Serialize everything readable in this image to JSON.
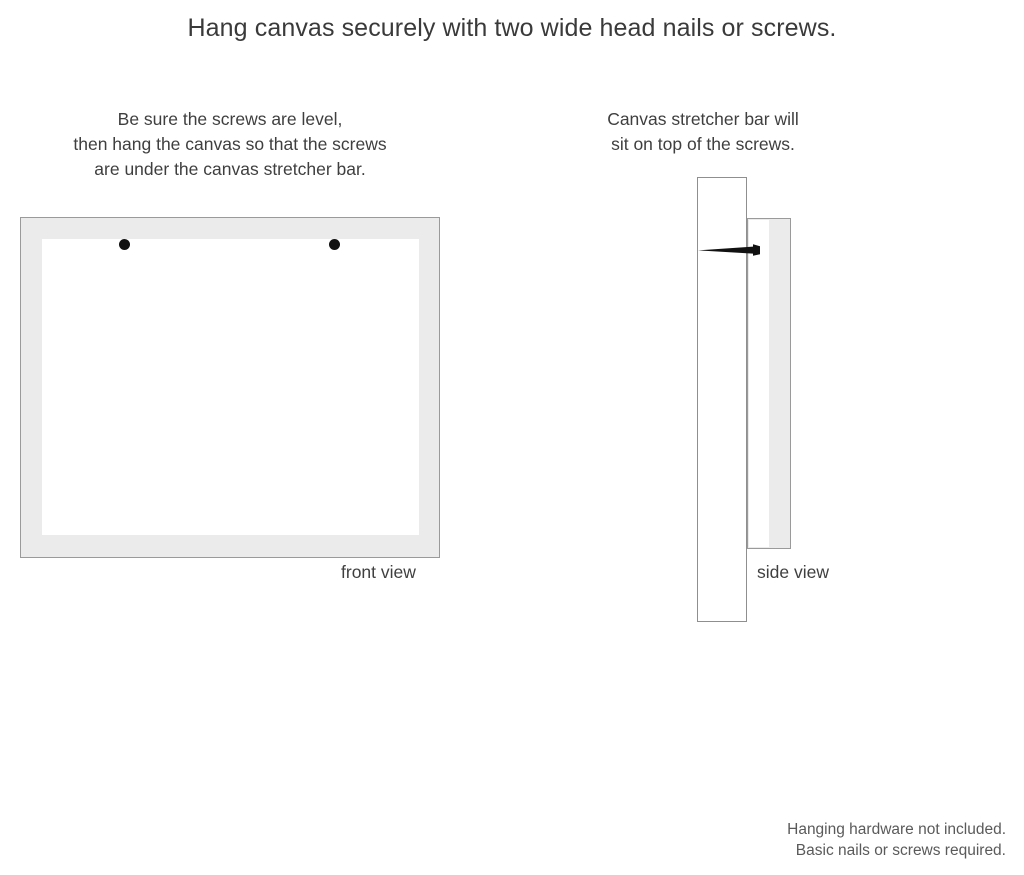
{
  "title": "Hang canvas securely with two wide head nails or screws.",
  "captions": {
    "left": {
      "line1": "Be sure the screws are level,",
      "line2": "then hang the canvas so that the screws",
      "line3": "are under the canvas stretcher bar."
    },
    "right": {
      "line1": "Canvas stretcher bar will",
      "line2": "sit on top of the screws."
    }
  },
  "views": {
    "front_label": "front view",
    "side_label": "side view"
  },
  "footer": {
    "line1": "Hanging hardware not included.",
    "line2": "Basic nails or screws required."
  },
  "colors": {
    "background": "#ffffff",
    "frame_fill": "#ebebeb",
    "frame_border": "#9a9a9a",
    "canvas_inner": "#ffffff",
    "screw": "#111111",
    "text": "#3f3f3f",
    "footer_text": "#5a5a5a"
  }
}
